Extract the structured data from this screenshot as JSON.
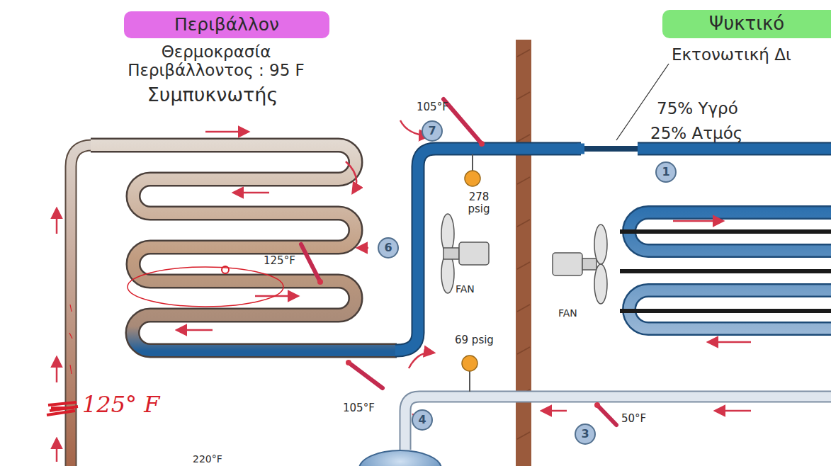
{
  "diagram": {
    "nodes": [
      {
        "text": [
          "Περιβάλλον"
        ]
      },
      {
        "text": [
          "Ψυκτικό"
        ]
      }
    ],
    "labels": [
      "Θερμοκρασία Περιβάλλοντος : 95 F",
      "Συμπυκνωτής",
      "Εκτονωτική Δι",
      "75% Υγρό",
      "25% Ατμός",
      "105°F",
      "7",
      "278 psig",
      "6",
      "FAN",
      "125°F",
      "FAN",
      "69 psig",
      "105°F",
      "4",
      "50°F",
      "3",
      "1",
      "125° F",
      "220°F"
    ]
  }
}
